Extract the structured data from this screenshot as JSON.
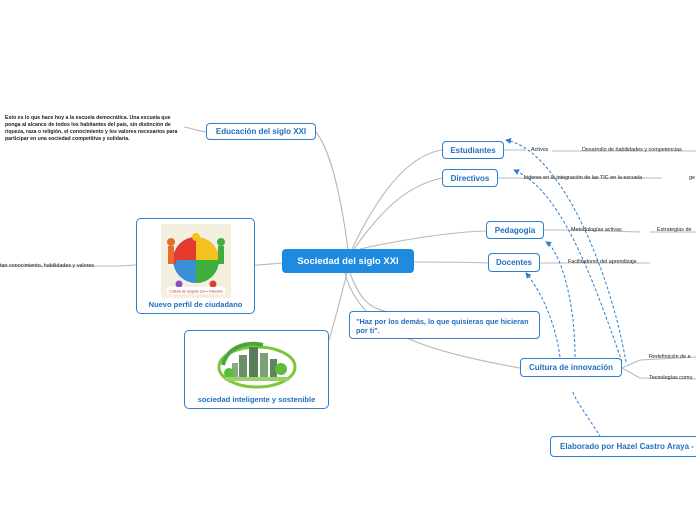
{
  "central": "Sociedad del siglo XXI",
  "nodes": {
    "educacion": "Educación del siglo XXI",
    "estudiantes": "Estudiantes",
    "directivos": "Directivos",
    "pedagogia": "Pedagogía",
    "docentes": "Docentes",
    "cultura": "Cultura de innovación",
    "perfil": "Nuevo perfil de ciudadano",
    "sociedad_inteligente": "sociedad inteligente y sostenible",
    "quote": "\"Haz por los demás, lo que quisieras que hicieran por ti\".",
    "autor": "Elaborado por Hazel Castro Araya -"
  },
  "labels": {
    "activos": "Activos",
    "desarrollo": "Desarrollo de habilidades y competencias",
    "lideres": "Lideres en la integración de las TIC en la escuela",
    "ge": "ge",
    "metodologias": "Metodologías activas",
    "estrategias": "Estrategias de",
    "facilitadores": "Facilitadores del aprendizaje",
    "redefinicion": "Redefinición de e",
    "tecnologias": "Tecnologías comu",
    "conocimiento": "tan conocimiento, habilidades y valores"
  },
  "education_note": "Esto es lo que hace hoy a la escuela democrática. Una escuela que ponga al alcance de todos los habitantes del país, sin distinción de riqueza, raza o religión, el conocimiento y los valores necesarios para participar en una sociedad competitiva y solidaria.",
  "puzzle_caption": "Cultura de respeto con • inclusión",
  "colors": {
    "accent": "#1e8ae0",
    "border": "#2a7fd1",
    "line": "#b8b8b8"
  }
}
